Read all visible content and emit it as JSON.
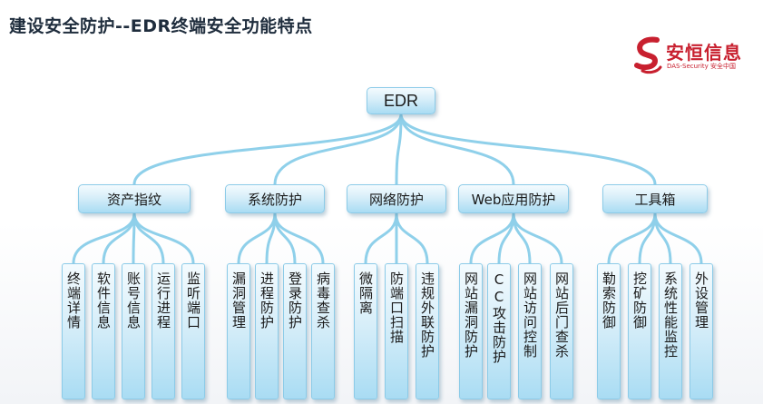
{
  "page_title": "建设安全防护--EDR终端安全功能特点",
  "logo": {
    "name_cn": "安恒信息",
    "name_en": "DAS-Security 安全中国"
  },
  "root": "EDR",
  "categories": [
    {
      "label": "资产指纹",
      "children": [
        "终端详情",
        "软件信息",
        "账号信息",
        "运行进程",
        "监听端口"
      ]
    },
    {
      "label": "系统防护",
      "children": [
        "漏洞管理",
        "进程防护",
        "登录防护",
        "病毒查杀"
      ]
    },
    {
      "label": "网络防护",
      "children": [
        "微隔离",
        "防端口扫描",
        "违规外联防护"
      ]
    },
    {
      "label": "Web应用防护",
      "children": [
        "网站漏洞防护",
        "CC攻击防护",
        "网站访问控制",
        "网站后门查杀"
      ]
    },
    {
      "label": "工具箱",
      "children": [
        "勒索防御",
        "挖矿防御",
        "系统性能监控",
        "外设管理"
      ]
    }
  ],
  "colors": {
    "line": "#8fd0ea",
    "title": "#1f2d3d",
    "brand": "#c8202f"
  }
}
